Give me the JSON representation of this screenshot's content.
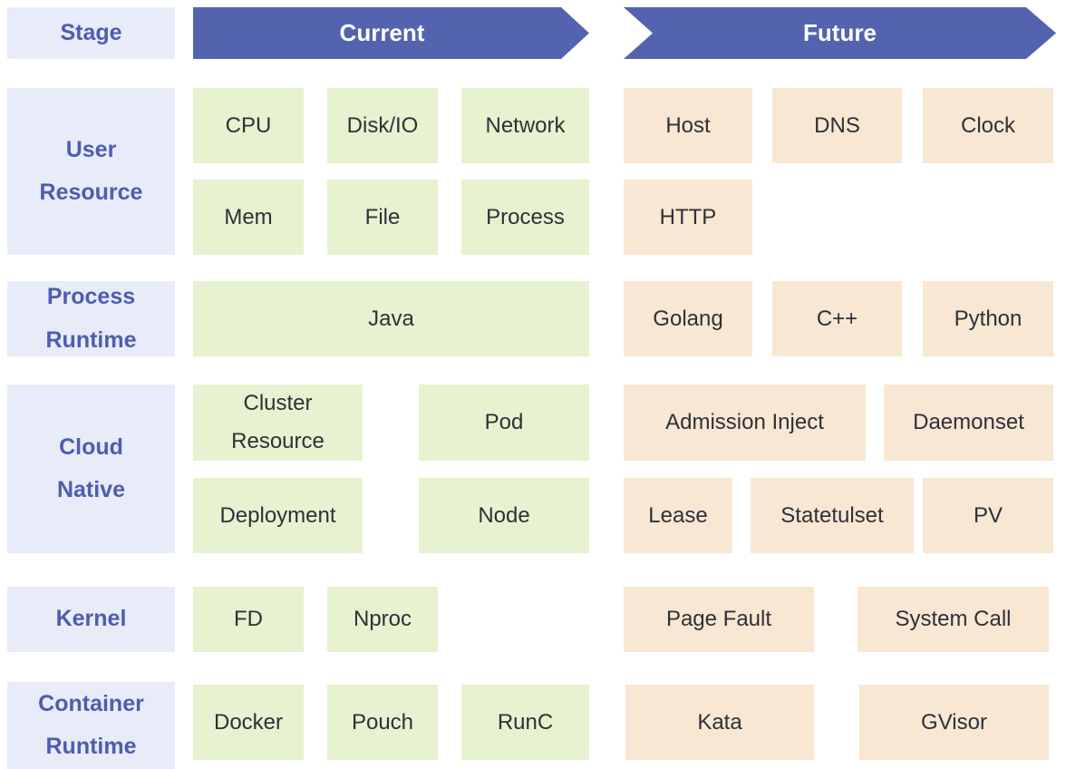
{
  "header": {
    "stage": "Stage",
    "current": "Current",
    "future": "Future"
  },
  "colors": {
    "arrow_bg": "#5363b0",
    "arrow_text": "#ffffff",
    "label_bg": "#e8ecf8",
    "label_text": "#4e5cb0",
    "current_cell_bg": "#e7f2d0",
    "future_cell_bg": "#f8e7d3",
    "cell_text": "#2d3138"
  },
  "rows": {
    "user_resource": {
      "label": [
        "User",
        "Resource"
      ],
      "current": [
        "CPU",
        "Disk/IO",
        "Network",
        "Mem",
        "File",
        "Process"
      ],
      "future": [
        "Host",
        "DNS",
        "Clock",
        "HTTP"
      ]
    },
    "process_runtime": {
      "label": [
        "Process",
        "Runtime"
      ],
      "current": [
        "Java"
      ],
      "future": [
        "Golang",
        "C++",
        "Python"
      ]
    },
    "cloud_native": {
      "label": [
        "Cloud",
        "Native"
      ],
      "current": [
        "Cluster Resource",
        "Pod",
        "Deployment",
        "Node"
      ],
      "future": [
        "Admission Inject",
        "Daemonset",
        "Lease",
        "Statetulset",
        "PV"
      ]
    },
    "kernel": {
      "label": [
        "Kernel"
      ],
      "current": [
        "FD",
        "Nproc"
      ],
      "future": [
        "Page Fault",
        "System Call"
      ]
    },
    "container_runtime": {
      "label": [
        "Container",
        "Runtime"
      ],
      "current": [
        "Docker",
        "Pouch",
        "RunC"
      ],
      "future": [
        "Kata",
        "GVisor"
      ]
    }
  }
}
